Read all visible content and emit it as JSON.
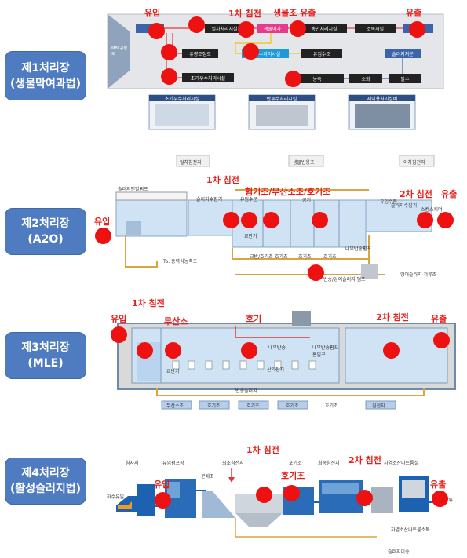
{
  "plants": [
    {
      "title": "제1처리장",
      "method": "(생물막여과법)",
      "process_labels": {
        "inflow": "유입",
        "primary": "1차 침전",
        "bio_filter": "생물조 유출",
        "outflow": "유출"
      },
      "boxes": [
        "일차처리시설",
        "생물여과",
        "총인처리시설",
        "소독시설",
        "유량조정조",
        "반류수처리시설",
        "유입수조",
        "슬러지처분",
        "초기우수처리시설",
        "농축",
        "소화",
        "탈수"
      ],
      "side_label": "MBI 공정도",
      "photo_captions": [
        "초기우수처리시설",
        "반류수처리시설",
        "재이용처리설비"
      ]
    },
    {
      "title": "제2처리장",
      "method": "(A2O)",
      "process_labels": {
        "inflow": "유입",
        "primary": "1차 침전",
        "tanks": "혐기조/무산소조/호기조",
        "secondary": "2차 침전",
        "outflow": "유출"
      },
      "top_labels": [
        "일차침전지",
        "생물반응조",
        "이차침전지"
      ],
      "small_labels": [
        "슬러지인발펌프",
        "슬러지수집기",
        "유입수문",
        "교반기",
        "공기",
        "내부반송펌프",
        "유입수문",
        "슬러지수집기",
        "스컴스키머",
        "To. 중력식농축조",
        "교반/호기조",
        "호기조",
        "호기조",
        "호기조",
        "반송/잉여슬러지 펌프",
        "잉여슬러지 저류조"
      ]
    },
    {
      "title": "제3처리장",
      "method": "(MLE)",
      "process_labels": {
        "inflow": "유입",
        "primary": "1차 침전",
        "anoxic": "무산소",
        "aerobic": "호기",
        "secondary": "2차 침전",
        "outflow": "유출"
      },
      "small_labels": [
        "교반기",
        "내부반송",
        "산기장치",
        "내부반송펌프 흡입구",
        "반송슬러지"
      ],
      "bottom_tags": [
        "무산소조",
        "호기조",
        "호기조",
        "호기조",
        "호기조",
        "침전지"
      ]
    },
    {
      "title": "제4처리장",
      "method": "(활성슬러지법)",
      "process_labels": {
        "inflow": "유입",
        "primary": "1차 침전",
        "aeration": "호기조",
        "secondary": "2차 침전",
        "outflow": "유출"
      },
      "small_labels": [
        "침사지",
        "유입펌프장",
        "분배조",
        "최초침전지",
        "포기조",
        "최종침전지",
        "차염소산나트륨실",
        "하수유입",
        "방류",
        "차염소산나트륨소독",
        "슬러지이송"
      ]
    }
  ],
  "colors": {
    "label_bg": "#4f7cc1",
    "accent_red": "#e8201c",
    "dot": "#ee1111",
    "water": "#cfe3f5",
    "pipe": "#d9a441"
  }
}
